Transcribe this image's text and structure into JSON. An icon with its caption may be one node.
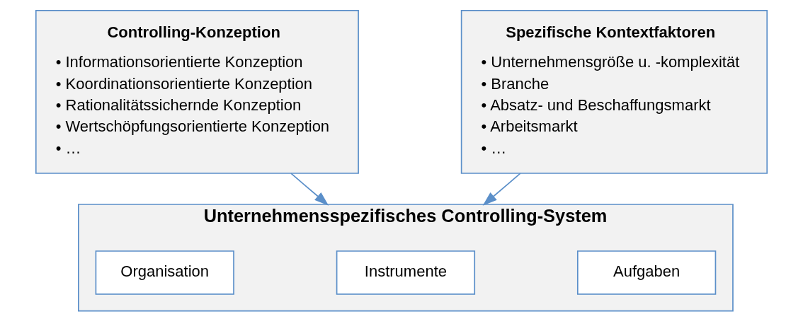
{
  "diagram": {
    "nodes": [
      {
        "text": [
          "Controlling-Konzeption",
          "• Informationsorientierte Konzeption",
          "• Koordinationsorientierte Konzeption",
          "• Rationalitätssichernde Konzeption",
          "• Wertschöpfungsorientierte Konzeption",
          "• …"
        ]
      },
      {
        "text": [
          "Spezifische Kontextfaktoren",
          "• Unternehmensgröße u. -komplexität",
          "• Branche",
          "• Absatz- und Beschaffungsmarkt",
          "• Arbeitsmarkt",
          "• …"
        ]
      },
      {
        "text": [
          "Unternehmensspezifisches Controlling-System"
        ]
      },
      {
        "text": [
          "Aufgaben"
        ],
        "in": 2
      },
      {
        "text": [
          "Instrumente"
        ],
        "in": 2
      },
      {
        "text": [
          "Organisation"
        ],
        "in": 2
      }
    ],
    "edges": [
      {
        "from": 0,
        "to": 2,
        "arrow": "to"
      },
      {
        "from": 1,
        "to": 2,
        "arrow": "to"
      }
    ]
  }
}
